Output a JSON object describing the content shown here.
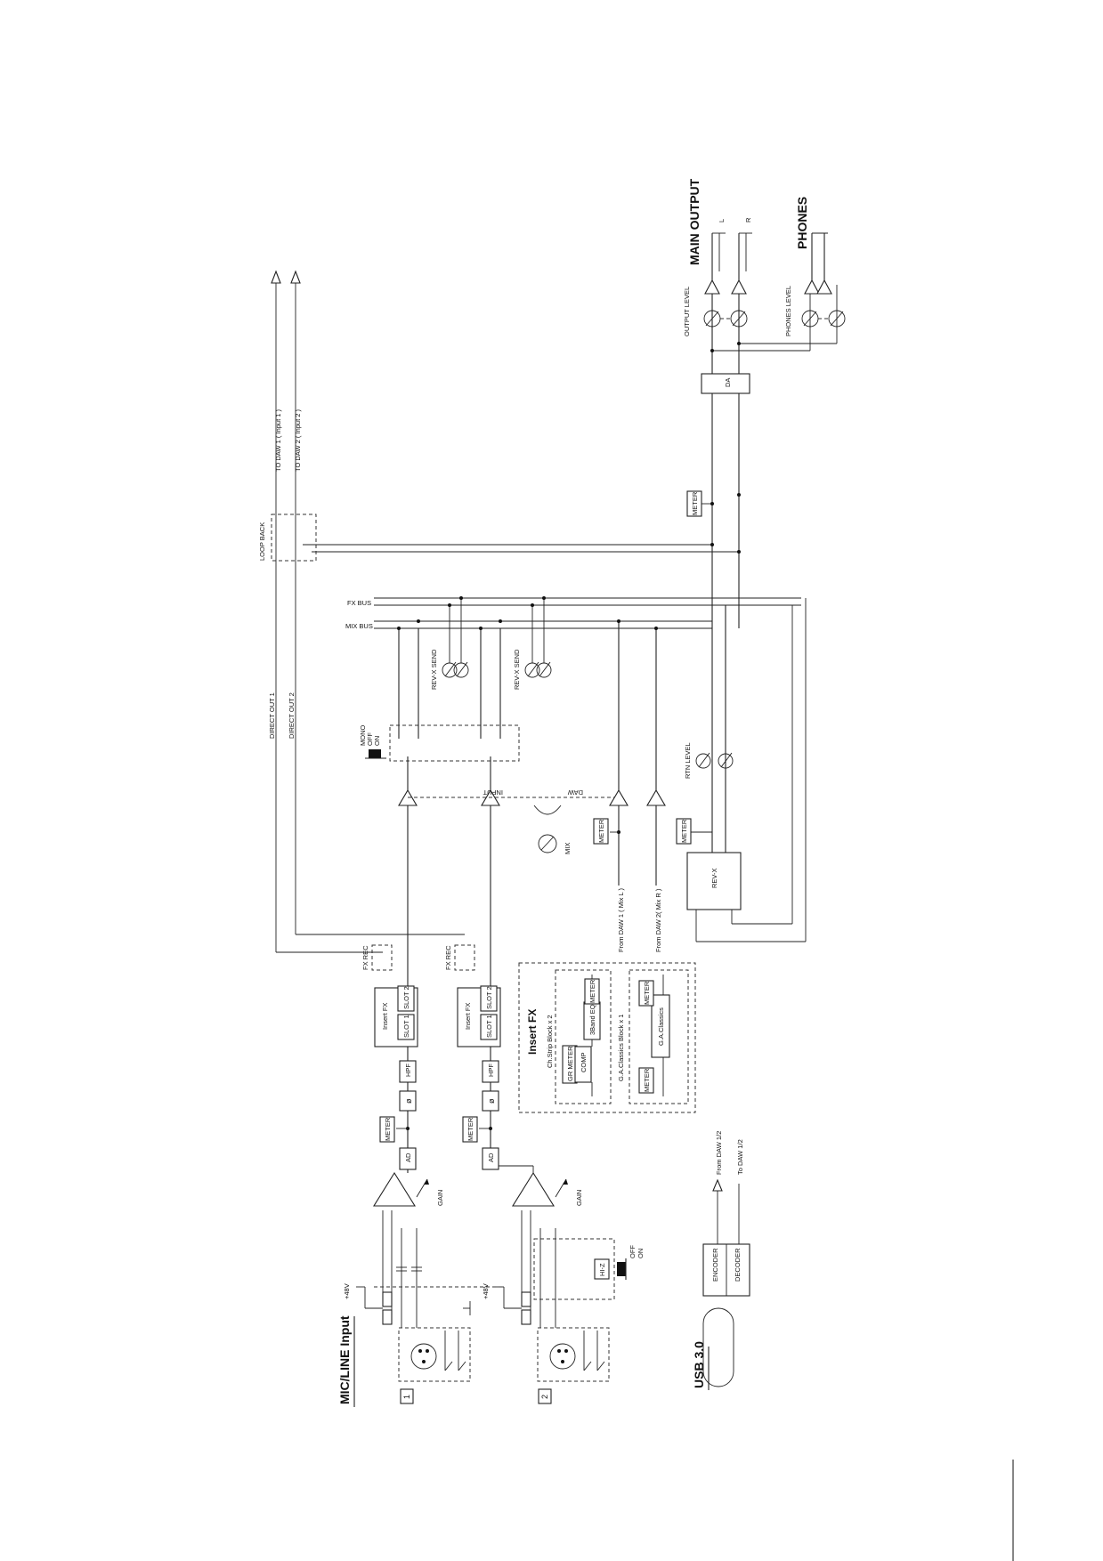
{
  "diagram": {
    "section_input_title": "MIC/LINE Input",
    "section_usb_title": "USB 3.0",
    "main_output_title": "MAIN OUTPUT",
    "phones_title": "PHONES",
    "channel_numbers": [
      "1",
      "2"
    ],
    "phantom_label": "+48V",
    "hiz_label": "HI-Z",
    "off_label": "OFF",
    "on_label": "ON",
    "gain_label": "GAIN",
    "ad_label": "AD",
    "meter_label": "METER",
    "phase_label": "ø",
    "hpf_label": "HPF",
    "insert_fx_label": "Insert FX",
    "slot1_label": "SLOT 1",
    "slot2_label": "SLOT 2",
    "fx_rec_label": "FX REC",
    "direct_out_1": "DIRECT OUT 1",
    "direct_out_2": "DIRECT OUT 2",
    "loop_back": "LOOP BACK",
    "to_daw_1": "TO DAW 1 ( Input 1 )",
    "to_daw_2": "TO DAW 2 ( Input 2 )",
    "mono_label": "MONO",
    "input_label": "INPUT",
    "daw_label": "DAW",
    "mix_label": "MIX",
    "rev_x_send": "REV-X SEND",
    "fx_bus": "FX BUS",
    "mix_bus": "MIX BUS",
    "from_daw_1": "From DAW 1 ( Mix L )",
    "from_daw_2": "From DAW 2( Mix R )",
    "rtn_level": "RTN LEVEL",
    "rev_x": "REV-X",
    "da_label": "DA",
    "output_level": "OUTPUT LEVEL",
    "phones_level": "PHONES LEVEL",
    "l_label": "L",
    "r_label": "R",
    "insert_fx_title": "Insert FX",
    "ch_strip_block": "Ch.Strip Block x 2",
    "gr_meter": "GR METER",
    "comp_label": "COMP",
    "eq_label": "3Band EQ",
    "ga_block": "G.A.Classics Block x 1",
    "ga_classics": "G.A.Classics",
    "encoder_label": "ENCODER",
    "decoder_label": "DECODER",
    "from_daw_12": "From DAW 1/2",
    "to_daw_12": "To DAW 1/2"
  }
}
